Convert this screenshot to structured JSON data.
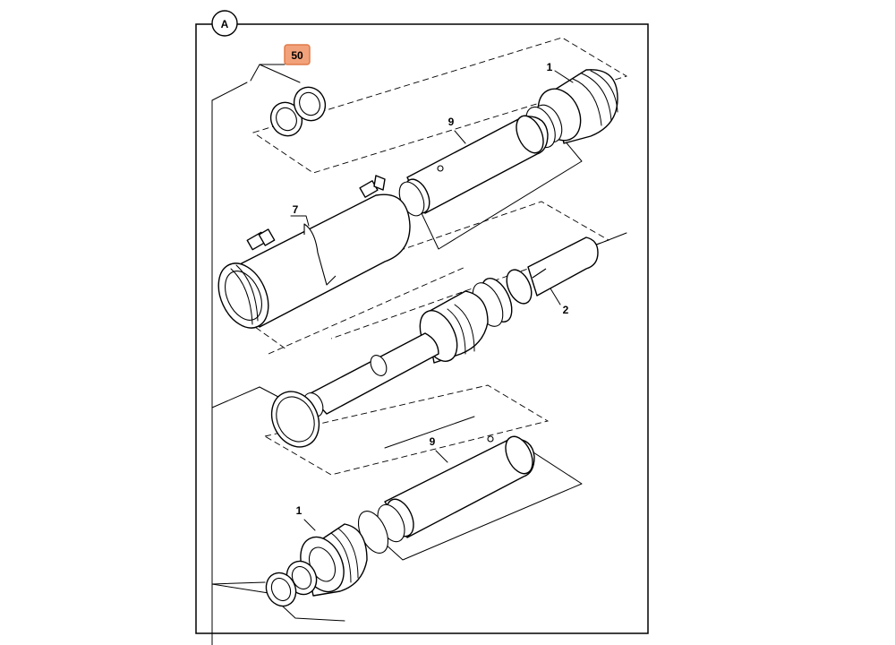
{
  "diagram": {
    "panel_label": "A",
    "highlighted_callout": "50",
    "accent_color": "#f2a27a",
    "callouts": [
      {
        "id": "label-1-top",
        "text": "1"
      },
      {
        "id": "label-9-top",
        "text": "9"
      },
      {
        "id": "label-7",
        "text": "7"
      },
      {
        "id": "label-2",
        "text": "2"
      },
      {
        "id": "label-9-bottom",
        "text": "9"
      },
      {
        "id": "label-1-bottom",
        "text": "1"
      }
    ]
  }
}
